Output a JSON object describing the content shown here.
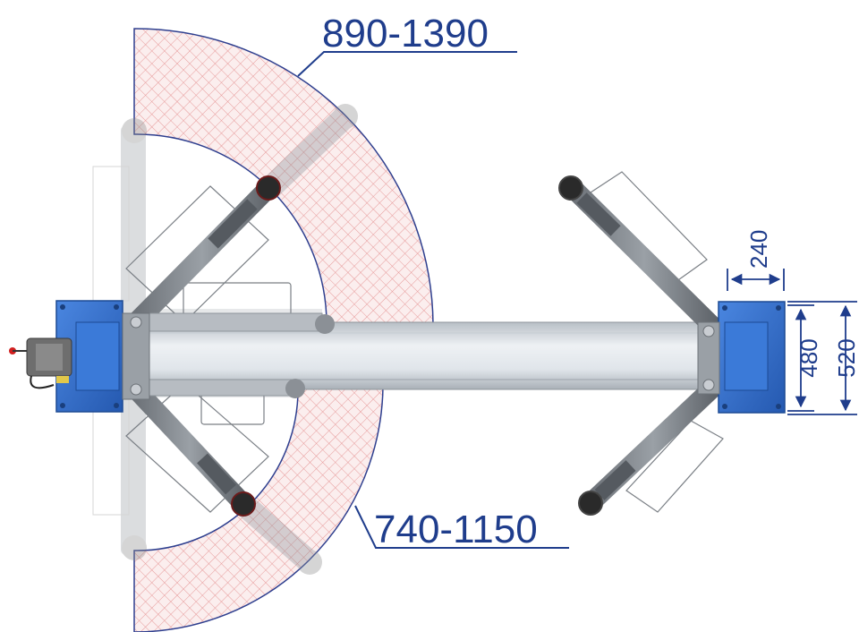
{
  "annotations": {
    "upper_arm_range": "890-1390",
    "lower_arm_range": "740-1150",
    "post_width": "240",
    "base_width_inner": "480",
    "base_width_outer": "520"
  },
  "colors": {
    "post_blue": "#2f6fd0",
    "post_blue_dark": "#1f55a8",
    "beam_steel": "#d8dde2",
    "arm_gray": "#7d8288",
    "dimension_blue": "#1f3d8c",
    "hatch_red": "#e8a0a0",
    "pad_black": "#222222"
  },
  "icons": {
    "lift_pad": "lift-pad-icon",
    "motor": "hydraulic-motor-icon"
  }
}
